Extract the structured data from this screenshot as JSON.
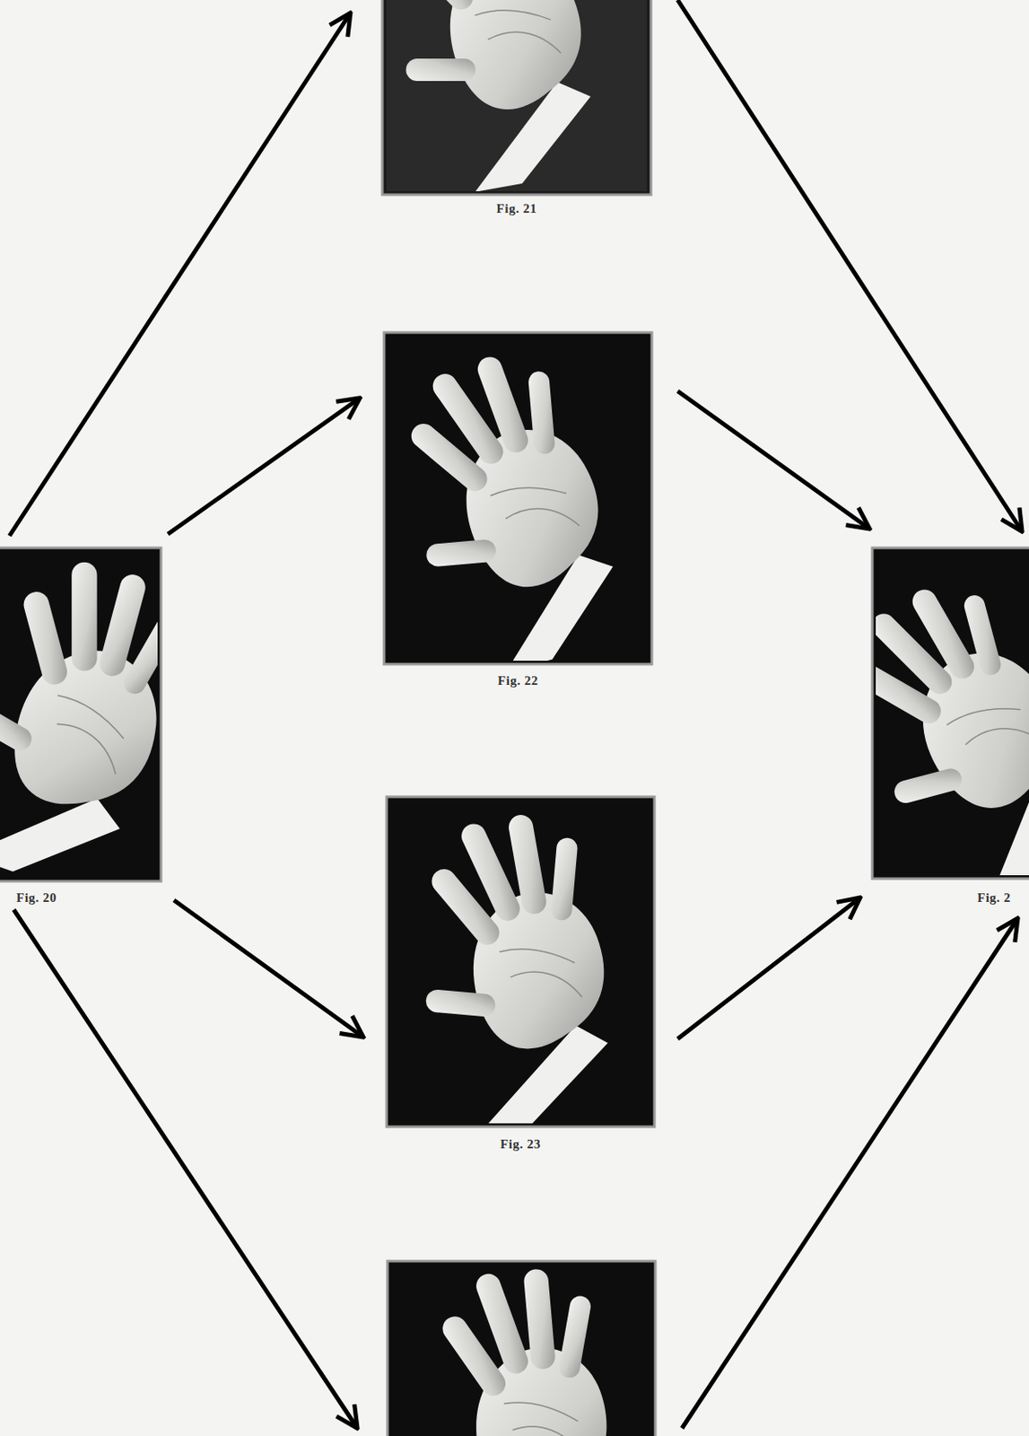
{
  "diagram": {
    "nodes": [
      {
        "text": [
          "Fig. 21"
        ]
      },
      {
        "text": [
          "Fig. 22"
        ]
      },
      {
        "text": [
          "Fig. 20"
        ]
      },
      {
        "text": [
          "Fig. 2"
        ]
      },
      {
        "text": [
          "Fig. 23"
        ]
      },
      {
        "text": []
      }
    ],
    "edges": [
      {
        "from": 2,
        "to": 0,
        "arrow": "to"
      },
      {
        "from": 2,
        "to": 1,
        "arrow": "to"
      },
      {
        "from": 2,
        "to": 4,
        "arrow": "to"
      },
      {
        "from": 2,
        "to": 5,
        "arrow": "to"
      },
      {
        "from": 0,
        "to": 3,
        "arrow": "to"
      },
      {
        "from": 1,
        "to": 3,
        "arrow": "to"
      },
      {
        "from": 4,
        "to": 3,
        "arrow": "to"
      },
      {
        "from": 5,
        "to": 3,
        "arrow": "to"
      }
    ]
  }
}
